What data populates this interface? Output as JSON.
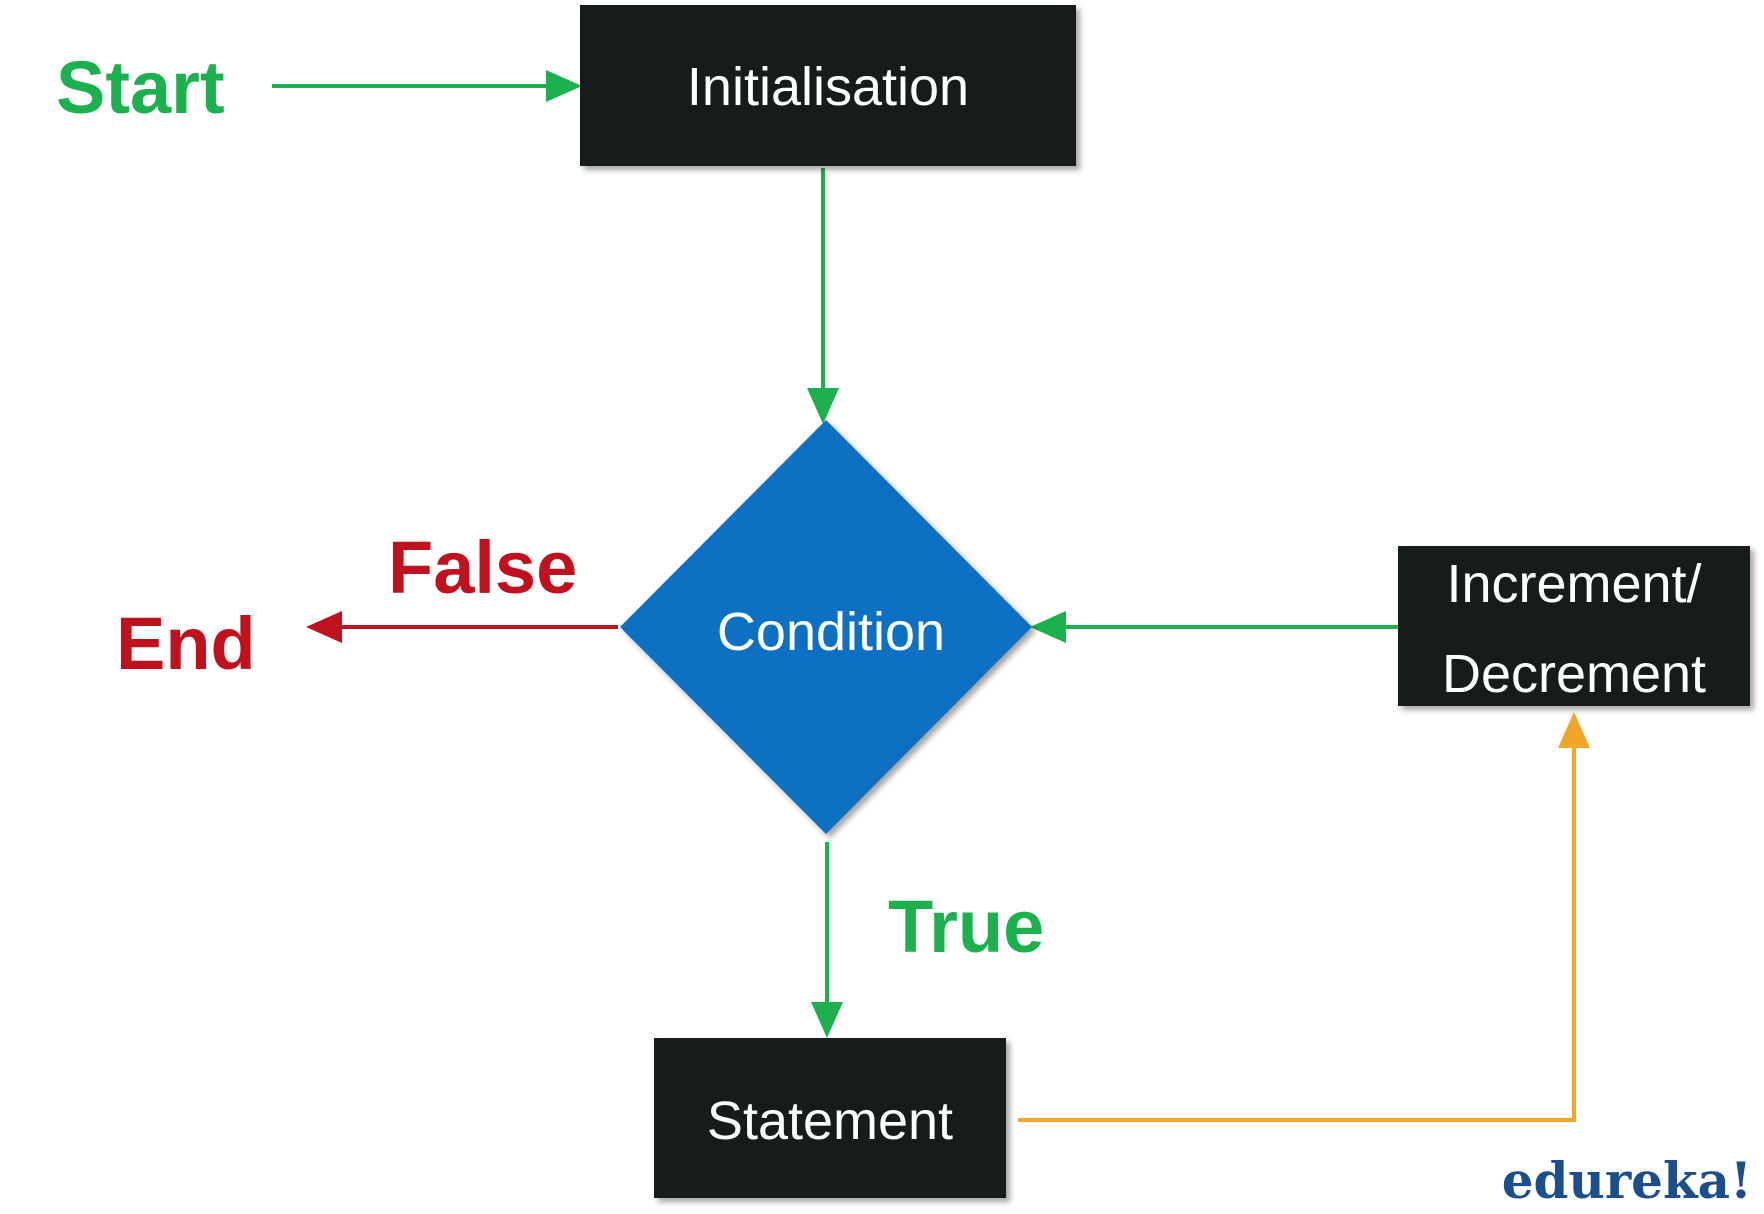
{
  "diagram": {
    "nodes": {
      "initialisation": "Initialisation",
      "condition": "Condition",
      "increment_line1": "Increment/",
      "increment_line2": "Decrement",
      "statement": "Statement"
    },
    "labels": {
      "start": "Start",
      "end": "End",
      "false": "False",
      "true": "True"
    },
    "brand": "edureka!"
  },
  "colors": {
    "green": "#1db04e",
    "red": "#c0111e",
    "orange": "#f0a52b",
    "box": "#151a1a",
    "diamond": "#0b6fc2",
    "brand": "#1c4e8c"
  }
}
